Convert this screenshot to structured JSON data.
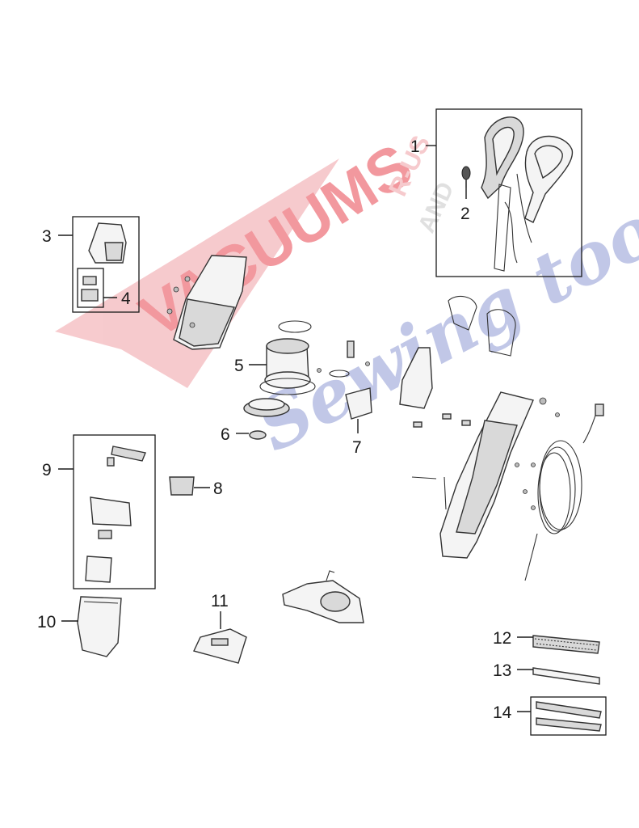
{
  "watermark": {
    "brand": "VACUUMS",
    "suffix_top": "R-US",
    "suffix_and": "AND",
    "script": "Sewing too",
    "colors": {
      "red": "#e8454f",
      "blue": "#7f8fd0"
    }
  },
  "callouts": [
    {
      "id": "callout-1",
      "label": "1"
    },
    {
      "id": "callout-2",
      "label": "2"
    },
    {
      "id": "callout-3",
      "label": "3"
    },
    {
      "id": "callout-4",
      "label": "4"
    },
    {
      "id": "callout-5",
      "label": "5"
    },
    {
      "id": "callout-6",
      "label": "6"
    },
    {
      "id": "callout-7",
      "label": "7"
    },
    {
      "id": "callout-8",
      "label": "8"
    },
    {
      "id": "callout-9",
      "label": "9"
    },
    {
      "id": "callout-10",
      "label": "10"
    },
    {
      "id": "callout-11",
      "label": "11"
    },
    {
      "id": "callout-12",
      "label": "12"
    },
    {
      "id": "callout-13",
      "label": "13"
    },
    {
      "id": "callout-14",
      "label": "14"
    }
  ]
}
